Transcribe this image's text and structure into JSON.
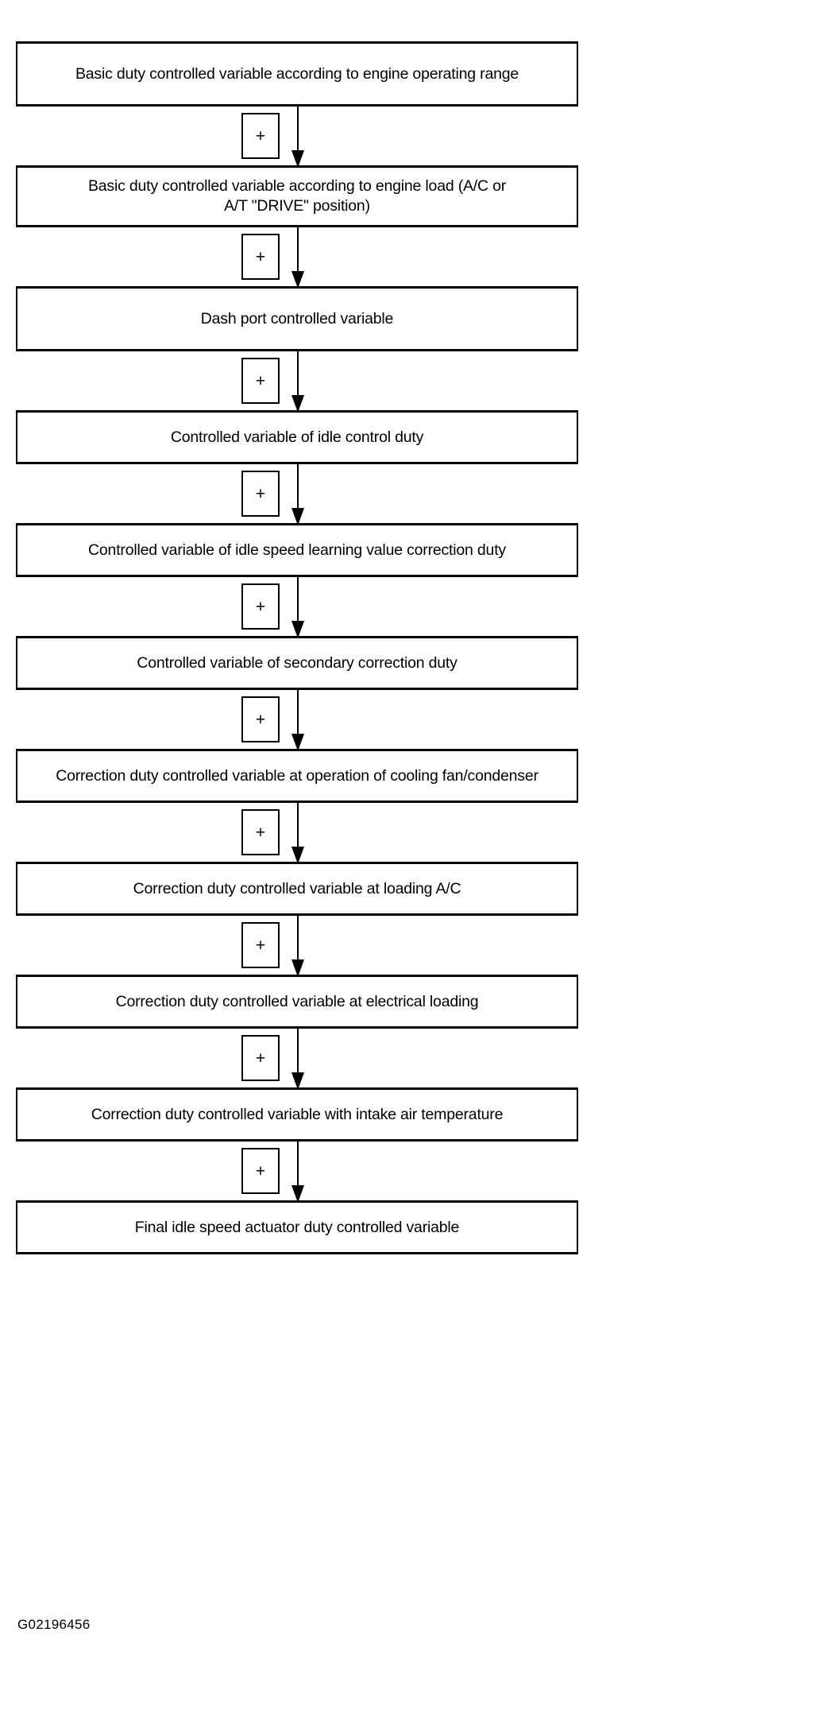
{
  "figure": {
    "caption": "G02196456",
    "plus_symbol": "+",
    "ink_color": "#000000",
    "background_color": "#ffffff"
  },
  "chart_data": {
    "type": "diagram",
    "title": "",
    "nodes": [
      {
        "index": 1,
        "label": "Basic duty controlled variable according to engine operating range"
      },
      {
        "index": 2,
        "label": "Basic duty controlled variable according to engine load (A/C or\nA/T \"DRIVE\" position)"
      },
      {
        "index": 3,
        "label": "Dash port controlled variable"
      },
      {
        "index": 4,
        "label": "Controlled variable of idle control duty"
      },
      {
        "index": 5,
        "label": "Controlled variable of idle speed learning value correction duty"
      },
      {
        "index": 6,
        "label": "Controlled variable of secondary correction duty"
      },
      {
        "index": 7,
        "label": "Correction duty controlled variable at operation of cooling fan/condenser"
      },
      {
        "index": 8,
        "label": "Correction duty controlled variable at loading A/C"
      },
      {
        "index": 9,
        "label": "Correction duty controlled variable at electrical loading"
      },
      {
        "index": 10,
        "label": "Correction duty controlled variable with intake air temperature"
      },
      {
        "index": 11,
        "label": "Final idle speed actuator duty controlled variable"
      }
    ],
    "connectors": [
      {
        "from": 1,
        "to": 2,
        "operator": "+"
      },
      {
        "from": 2,
        "to": 3,
        "operator": "+"
      },
      {
        "from": 3,
        "to": 4,
        "operator": "+"
      },
      {
        "from": 4,
        "to": 5,
        "operator": "+"
      },
      {
        "from": 5,
        "to": 6,
        "operator": "+"
      },
      {
        "from": 6,
        "to": 7,
        "operator": "+"
      },
      {
        "from": 7,
        "to": 8,
        "operator": "+"
      },
      {
        "from": 8,
        "to": 9,
        "operator": "+"
      },
      {
        "from": 9,
        "to": 10,
        "operator": "+"
      },
      {
        "from": 10,
        "to": 11,
        "operator": "+"
      }
    ]
  }
}
